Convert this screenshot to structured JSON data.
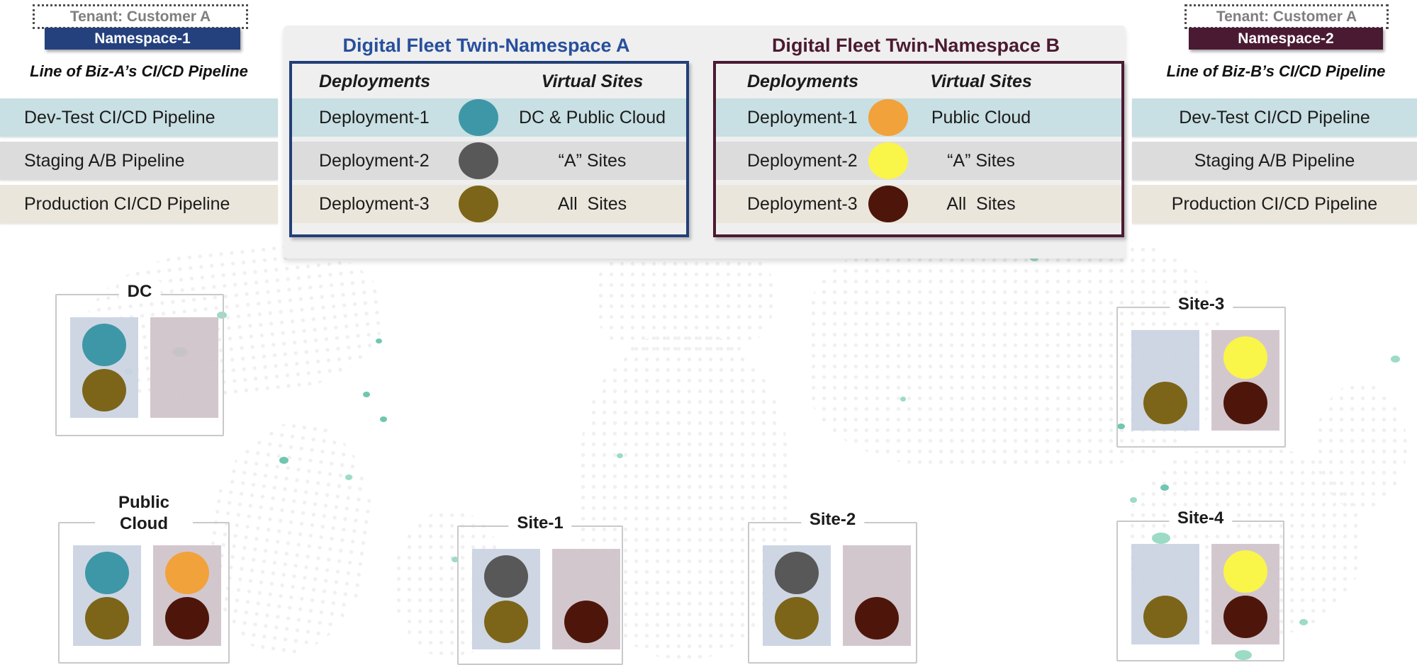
{
  "left_tenant": {
    "title": "Tenant: Customer A",
    "namespace": "Namespace-1",
    "pipeline": "Line of Biz-A’s CI/CD Pipeline"
  },
  "right_tenant": {
    "title": "Tenant: Customer A",
    "namespace": "Namespace-2",
    "pipeline": "Line of Biz-B’s CI/CD Pipeline"
  },
  "pipeline_rows": [
    "Dev-Test CI/CD Pipeline",
    "Staging A/B Pipeline",
    "Production CI/CD Pipeline"
  ],
  "panel_a": {
    "title": "Digital Fleet Twin-Namespace A",
    "deployments_header": "Deployments",
    "virtual_sites_header": "Virtual Sites",
    "rows": [
      {
        "deployment": "Deployment-1",
        "dot_color": "#3E97A6",
        "virtual_sites": "DC & Public Cloud"
      },
      {
        "deployment": "Deployment-2",
        "dot_color": "#585858",
        "virtual_sites": "“A” Sites"
      },
      {
        "deployment": "Deployment-3",
        "dot_color": "#7C6518",
        "virtual_sites": "All  Sites"
      }
    ]
  },
  "panel_b": {
    "title": "Digital Fleet Twin-Namespace B",
    "deployments_header": "Deployments",
    "virtual_sites_header": "Virtual Sites",
    "rows": [
      {
        "deployment": "Deployment-1",
        "dot_color": "#F1A23B",
        "virtual_sites": "Public Cloud"
      },
      {
        "deployment": "Deployment-2",
        "dot_color": "#FAF549",
        "virtual_sites": "“A” Sites"
      },
      {
        "deployment": "Deployment-3",
        "dot_color": "#4E160B",
        "virtual_sites": "All  Sites"
      }
    ]
  },
  "sites": [
    {
      "name": "DC",
      "left": {
        "top": "#3E97A6",
        "bottom": "#7C6518"
      },
      "right": {}
    },
    {
      "name": "Public Cloud",
      "left": {
        "top": "#3E97A6",
        "bottom": "#7C6518"
      },
      "right": {
        "top": "#F1A23B",
        "bottom": "#4E160B"
      }
    },
    {
      "name": "Site-1",
      "left": {
        "top": "#585858",
        "bottom": "#7C6518"
      },
      "right": {
        "bottom": "#4E160B"
      }
    },
    {
      "name": "Site-2",
      "left": {
        "top": "#585858",
        "bottom": "#7C6518"
      },
      "right": {
        "bottom": "#4E160B"
      }
    },
    {
      "name": "Site-3",
      "left": {
        "bottom": "#7C6518"
      },
      "right": {
        "top": "#FAF549",
        "bottom": "#4E160B"
      }
    },
    {
      "name": "Site-4",
      "left": {
        "bottom": "#7C6518"
      },
      "right": {
        "top": "#FAF549",
        "bottom": "#4E160B"
      }
    }
  ],
  "colors": {
    "namespace1_bg": "#24417E",
    "namespace2_bg": "#4A1A33",
    "panel_a_border": "#233F78",
    "panel_a_title": "#274F9C",
    "panel_b_border": "#4A1A33",
    "panel_b_title": "#4C1A31",
    "row1_bg": "#C8DFE3",
    "row2_bg": "#DCDCDC",
    "row3_bg": "#EAE6DB",
    "tenant_text": "#7F7F7F",
    "ns1_site_rect": "rgba(202,210,226,0.92)",
    "ns2_site_rect": "rgba(207,194,202,0.92)",
    "teal": "#3E97A6",
    "gray": "#585858",
    "olive": "#7C6518",
    "orange": "#F1A23B",
    "yellow": "#FAF549",
    "maroon": "#4E160B",
    "map_accent": "#9CDBC5"
  }
}
